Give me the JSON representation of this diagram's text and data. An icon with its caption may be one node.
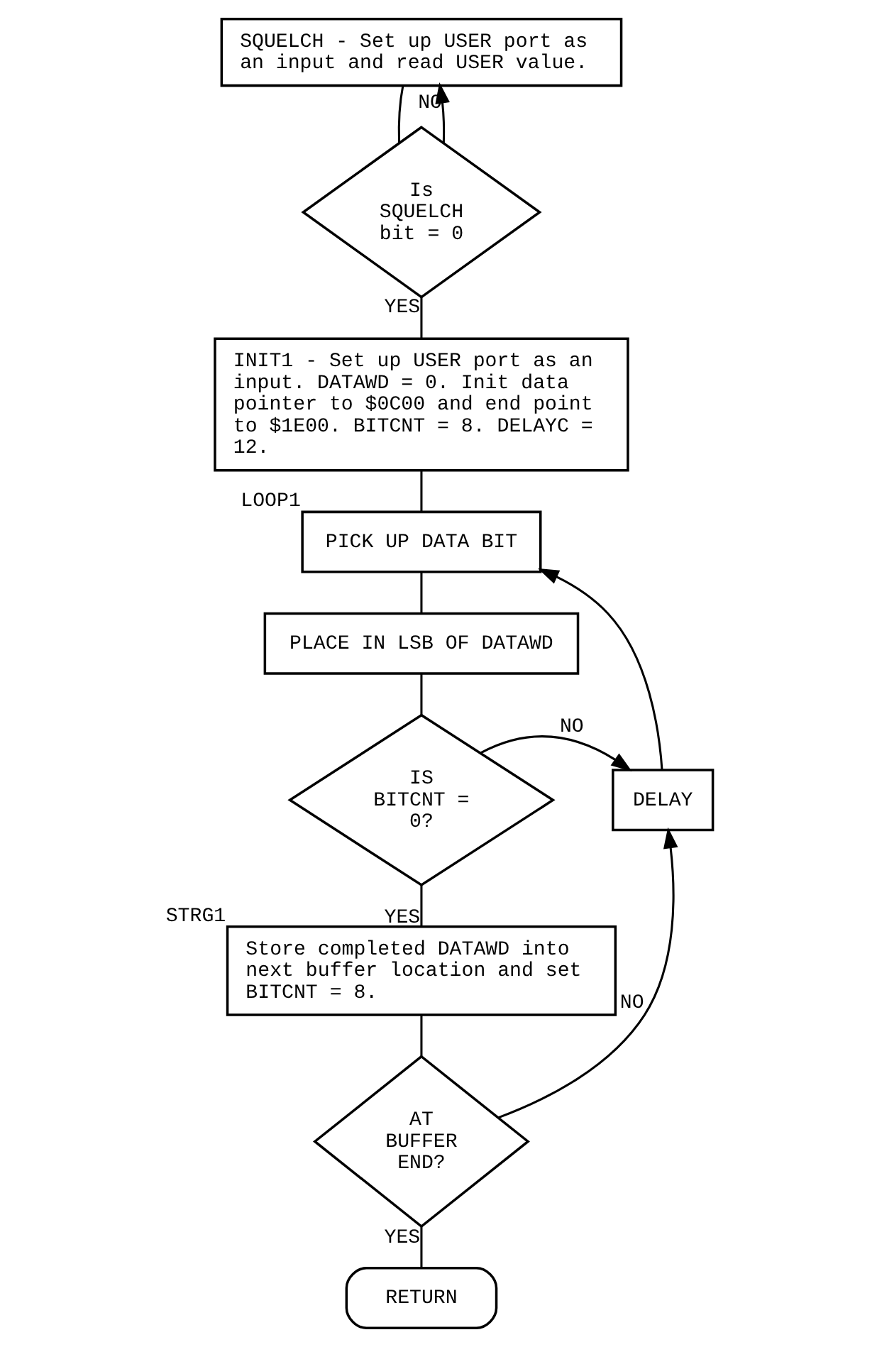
{
  "diagram": {
    "nodes": [
      {
        "text": [
          "SQUELCH - Set up USER port as an input and read USER value."
        ]
      },
      {
        "text": [
          "Is SQUELCH bit = 0"
        ]
      },
      {
        "text": [
          "INIT1 - Set up USER port as an input. DATAWD = 0. Init data pointer to $0C00 and end point to $1E00. BITCNT = 8. DELAYC = 12."
        ]
      },
      {
        "text": [
          "PICK UP DATA BIT"
        ],
        "beside": [
          "LOOP1"
        ]
      },
      {
        "text": [
          "PLACE IN LSB OF DATAWD"
        ]
      },
      {
        "text": [
          "IS BITCNT = 0?"
        ]
      },
      {
        "text": [
          "DELAY"
        ]
      },
      {
        "text": [
          "Store completed DATAWD into next buffer location and set BITCNT = 8."
        ],
        "beside": [
          "STRG1"
        ]
      },
      {
        "text": [
          "AT BUFFER END?"
        ]
      },
      {
        "text": [
          "RETURN"
        ]
      }
    ],
    "edges": [
      {
        "from": 0,
        "to": 1,
        "arrow": "none"
      },
      {
        "from": 1,
        "to": 0,
        "arrow": "to",
        "label": "NO"
      },
      {
        "from": 1,
        "to": 2,
        "arrow": "none",
        "label": "YES"
      },
      {
        "from": 2,
        "to": 3,
        "arrow": "none"
      },
      {
        "from": 3,
        "to": 4,
        "arrow": "none"
      },
      {
        "from": 4,
        "to": 5,
        "arrow": "none"
      },
      {
        "from": 5,
        "to": 6,
        "arrow": "to",
        "label": "NO"
      },
      {
        "from": 6,
        "to": 3,
        "arrow": "to"
      },
      {
        "from": 5,
        "to": 7,
        "arrow": "none",
        "label": "YES"
      },
      {
        "from": 7,
        "to": 8,
        "arrow": "none"
      },
      {
        "from": 8,
        "to": 6,
        "arrow": "to",
        "label": "NO"
      },
      {
        "from": 8,
        "to": 9,
        "arrow": "none",
        "label": "YES"
      }
    ]
  }
}
